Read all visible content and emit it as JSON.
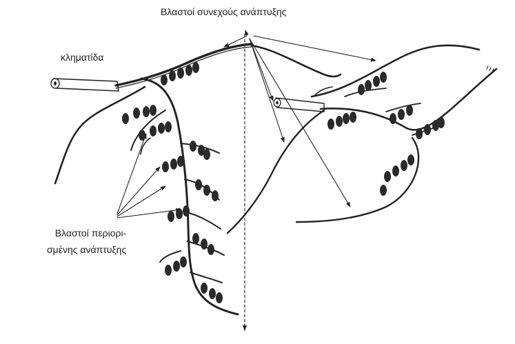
{
  "labels": {
    "top": "Βλαστοί συνεχούς ανάπτυξης",
    "cane": "κληματίδα",
    "limited_line1": "Βλαστοί περιορι-",
    "limited_line2": "σμένης ανάπτυξης"
  },
  "colors": {
    "ink": "#222222",
    "grape": "#2a2a2a",
    "background": "#ffffff"
  }
}
